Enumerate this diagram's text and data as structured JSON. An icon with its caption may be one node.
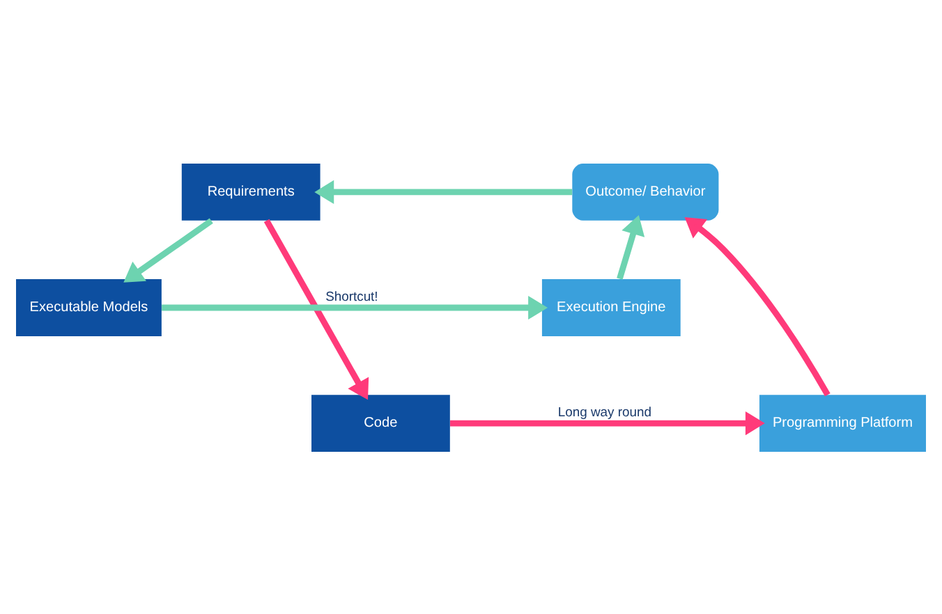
{
  "diagram": {
    "nodes": [
      {
        "text": [
          "Requirements"
        ]
      },
      {
        "text": [
          "Outcome/ Behavior"
        ]
      },
      {
        "text": [
          "Executable Models"
        ]
      },
      {
        "text": [
          "Execution Engine"
        ]
      },
      {
        "text": [
          "Code"
        ]
      },
      {
        "text": [
          "Programming Platform"
        ]
      }
    ],
    "edges": [
      {
        "from": 1,
        "to": 0,
        "arrow": "to"
      },
      {
        "from": 0,
        "to": 2,
        "arrow": "to"
      },
      {
        "from": 2,
        "to": 3,
        "arrow": "to",
        "label": "Shortcut!"
      },
      {
        "from": 3,
        "to": 1,
        "arrow": "to"
      },
      {
        "from": 0,
        "to": 4,
        "arrow": "to",
        "color": "#ff3a7a"
      },
      {
        "from": 4,
        "to": 5,
        "arrow": "to",
        "color": "#ff3a7a",
        "label": "Long way round"
      },
      {
        "from": 5,
        "to": 1,
        "arrow": "to",
        "color": "#ff3a7a"
      }
    ]
  }
}
